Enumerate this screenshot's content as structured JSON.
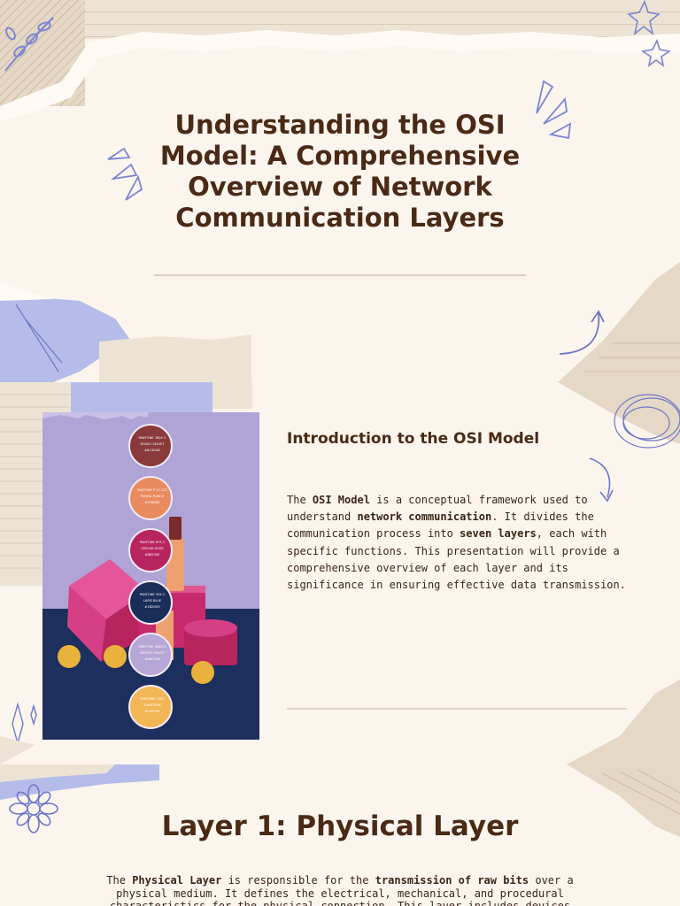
{
  "slides": {
    "title": {
      "lines": [
        "Understanding the OSI",
        "Model: A Comprehensive",
        "Overview of Network",
        "Communication Layers"
      ]
    },
    "intro": {
      "heading": "Introduction to the OSI Model",
      "body": [
        {
          "text": "The ",
          "bold": false
        },
        {
          "text": "OSI Model",
          "bold": true
        },
        {
          "text": " is a conceptual framework used to understand ",
          "bold": false
        },
        {
          "text": "network communication",
          "bold": true
        },
        {
          "text": ". It divides the communication process into ",
          "bold": false
        },
        {
          "text": "seven layers",
          "bold": true
        },
        {
          "text": ", each with specific functions. This presentation will provide a comprehensive overview of each layer and its significance in ensuring effective data transmission.",
          "bold": false
        }
      ],
      "photo": {
        "swatches": [
          {
            "color": "#8a3a3a",
            "lines": [
              "PANTONE 7624 C",
              "ROSSO VELVET",
              "#8C3D3D"
            ]
          },
          {
            "color": "#e98b5f",
            "lines": [
              "PANTONE P 37-12C",
              "PAPAYA PUNCH",
              "#E98B60"
            ]
          },
          {
            "color": "#b8245e",
            "lines": [
              "PANTONE 675 C",
              "ORCHID ROSE",
              "#B8255E"
            ]
          },
          {
            "color": "#1b2d59",
            "lines": [
              "PANTONE 534 C",
              "LAPIS BLUE",
              "#1B2D59"
            ]
          },
          {
            "color": "#b6a7d6",
            "lines": [
              "PANTONE 2645 C",
              "DIGITAL VIOLET",
              "#B6A7D6"
            ]
          },
          {
            "color": "#f2b754",
            "lines": [
              "PANTONE 1365",
              "SUNSTONE",
              "#F2B754"
            ]
          }
        ]
      }
    },
    "layer1": {
      "heading": "Layer 1: Physical Layer",
      "body": [
        {
          "text": "The ",
          "bold": false
        },
        {
          "text": "Physical Layer",
          "bold": true
        },
        {
          "text": " is responsible for the ",
          "bold": false
        },
        {
          "text": "transmission of raw bits",
          "bold": true
        },
        {
          "text": " over a physical medium. It defines the electrical, mechanical, and procedural characteristics for the physical connection. This layer includes devices",
          "bold": false
        }
      ]
    }
  },
  "colors": {
    "background": "#fbf5ee",
    "heading": "#4a2a16",
    "accent_blue": "#6f7fd1",
    "paper": "#e6d8c6"
  }
}
